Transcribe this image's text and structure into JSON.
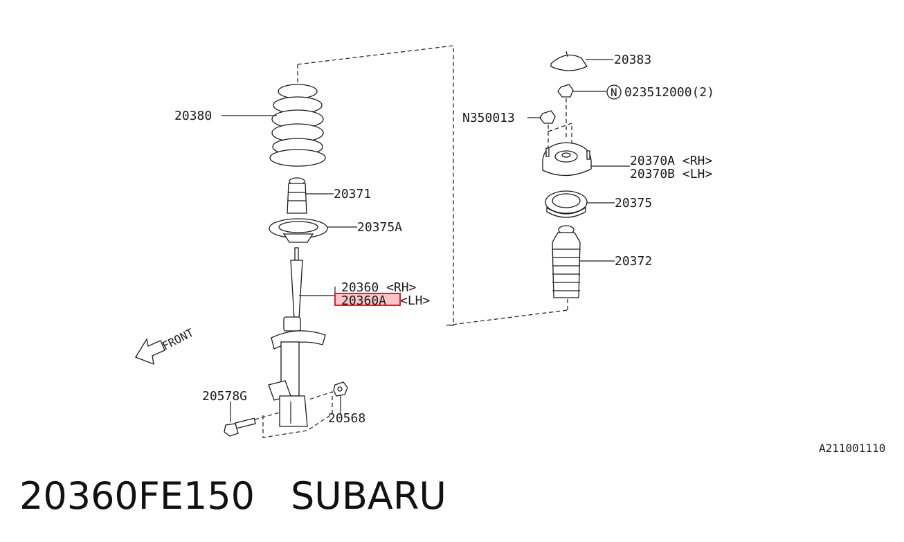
{
  "diagram": {
    "labels": {
      "p20380": "20380",
      "p20371": "20371",
      "p20375A": "20375A",
      "p20360_rh": "20360 <RH>",
      "p20360A_lh_code": "20360A",
      "p20360A_lh_side": "<LH>",
      "p20578G": "20578G",
      "p20568": "20568",
      "p20383": "20383",
      "p023512000": "023512000(2)",
      "n_symbol": "N",
      "p350013": "N350013",
      "p20370A": "20370A <RH>",
      "p20370B": "20370B <LH>",
      "p20375": "20375",
      "p20372": "20372",
      "front": "FRONT",
      "ref_code": "A211001110"
    },
    "highlight_color": "#e0202a",
    "highlight_fill": "#f7c6c8",
    "highlighted_part": "20360A"
  },
  "footer": {
    "part_number": "20360FE150",
    "brand": "SUBARU"
  }
}
